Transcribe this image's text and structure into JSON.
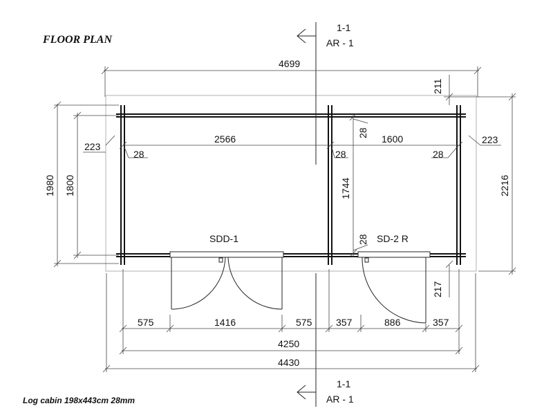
{
  "title": "FLOOR PLAN",
  "caption": "Log cabin 198x443cm 28mm",
  "section_top": {
    "line1": "1-1",
    "line2": "AR - 1"
  },
  "section_bottom": {
    "line1": "1-1",
    "line2": "AR - 1"
  },
  "doors": {
    "left": "SDD-1",
    "right": "SD-2 R"
  },
  "dims": {
    "overall_top": "4699",
    "top_right_offset": "211",
    "left_room_width": "2566",
    "right_room_width": "1600",
    "wall_left": "28",
    "wall_mid_left": "28",
    "wall_mid_top": "28",
    "wall_right": "28",
    "wall_mid_bottom": "28",
    "overhang_left": "223",
    "overhang_right": "223",
    "outer_depth": "1980",
    "inner_depth": "1800",
    "room_depth": "1744",
    "overall_depth": "2216",
    "bottom_right_offset": "217",
    "seg_1": "575",
    "seg_2": "1416",
    "seg_3": "575",
    "seg_4": "357",
    "seg_5": "886",
    "seg_6": "357",
    "wall_length": "4250",
    "overall_length": "4430"
  }
}
